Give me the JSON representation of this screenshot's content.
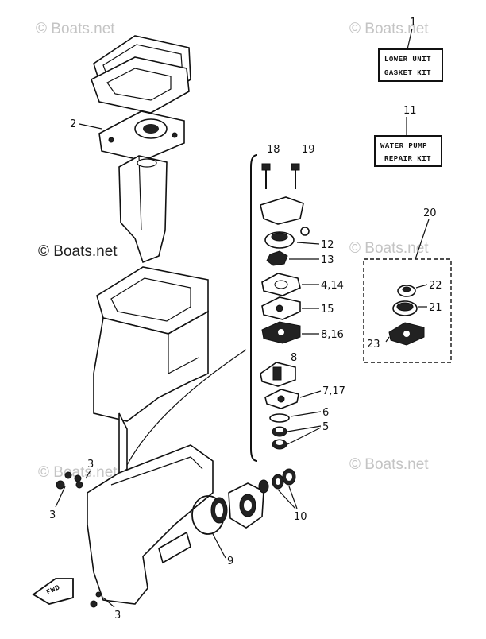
{
  "watermarks": [
    "© Boats.net",
    "© Boats.net",
    "© Boats.net",
    "© Boats.net",
    "© Boats.net",
    "© Boats.net"
  ],
  "kits": {
    "lower_unit": {
      "line1": "LOWER UNIT",
      "line2": "GASKET KIT",
      "ref": "1"
    },
    "water_pump": {
      "line1": "WATER PUMP",
      "line2": "REPAIR KIT",
      "ref": "11"
    }
  },
  "callouts": {
    "c2": "2",
    "c3a": "3",
    "c3b": "3",
    "c3c": "3",
    "c4_14": "4,14",
    "c5": "5",
    "c6": "6",
    "c7_17": "7,17",
    "c8": "8",
    "c8_16": "8,16",
    "c9": "9",
    "c10": "10",
    "c12": "12",
    "c13": "13",
    "c15": "15",
    "c18": "18",
    "c19": "19",
    "c20": "20",
    "c21": "21",
    "c22": "22",
    "c23": "23"
  },
  "fwd_label": "FWD"
}
